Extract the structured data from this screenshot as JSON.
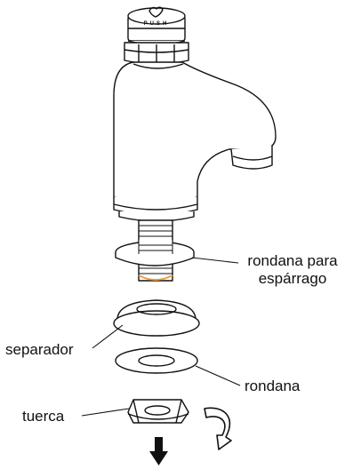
{
  "labels": {
    "stud_washer_line1": "rondana para",
    "stud_washer_line2": "espárrago",
    "spacer": "separador",
    "washer": "rondana",
    "nut": "tuerca"
  },
  "button_text": "PUSH",
  "colors": {
    "line": "#111111",
    "background": "#ffffff",
    "thread_accent": "#e8a040"
  }
}
